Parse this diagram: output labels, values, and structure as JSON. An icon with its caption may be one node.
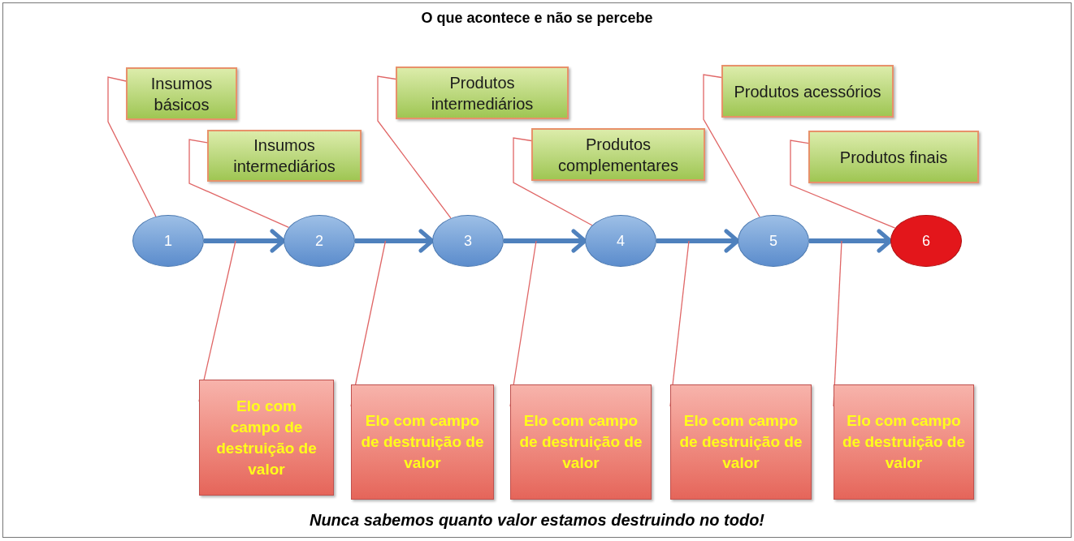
{
  "diagram": {
    "title": "O que acontece e não se percebe",
    "caption": "Nunca sabemos quanto valor estamos destruindo no todo!",
    "nodes": [
      {
        "text": [
          "Insumos básicos"
        ]
      },
      {
        "text": [
          "Insumos intermediários"
        ]
      },
      {
        "text": [
          "Produtos intermediários"
        ]
      },
      {
        "text": [
          "Produtos complementares"
        ]
      },
      {
        "text": [
          "Produtos acessórios"
        ]
      },
      {
        "text": [
          "Produtos finais"
        ]
      },
      {
        "text": [
          "1"
        ]
      },
      {
        "text": [
          "2"
        ]
      },
      {
        "text": [
          "3"
        ]
      },
      {
        "text": [
          "4"
        ]
      },
      {
        "text": [
          "5"
        ]
      },
      {
        "text": [
          "6"
        ]
      },
      {
        "text": [
          "Elo com campo de destruição de valor"
        ]
      },
      {
        "text": [
          "Elo com campo de destruição de valor"
        ]
      },
      {
        "text": [
          "Elo com campo de destruição de valor"
        ]
      },
      {
        "text": [
          "Elo com campo de destruição de valor"
        ]
      },
      {
        "text": [
          "Elo com campo de destruição de valor"
        ]
      }
    ],
    "edges": [
      {
        "from": 6,
        "to": 7,
        "arrow": "to",
        "style": "thick",
        "color": "#4f81bd"
      },
      {
        "from": 7,
        "to": 8,
        "arrow": "to",
        "style": "thick",
        "color": "#4f81bd"
      },
      {
        "from": 8,
        "to": 9,
        "arrow": "to",
        "style": "thick",
        "color": "#4f81bd"
      },
      {
        "from": 9,
        "to": 10,
        "arrow": "to",
        "style": "thick",
        "color": "#4f81bd"
      },
      {
        "from": 10,
        "to": 11,
        "arrow": "to",
        "style": "thick",
        "color": "#4f81bd"
      },
      {
        "from": 0,
        "to": 6,
        "arrow": "none"
      },
      {
        "from": 1,
        "to": 7,
        "arrow": "none"
      },
      {
        "from": 2,
        "to": 8,
        "arrow": "none"
      },
      {
        "from": 3,
        "to": 9,
        "arrow": "none"
      },
      {
        "from": 4,
        "to": 10,
        "arrow": "none"
      },
      {
        "from": 5,
        "to": 11,
        "arrow": "none"
      },
      {
        "from": 12,
        "to": null,
        "arrow": "none"
      },
      {
        "from": 13,
        "to": null,
        "arrow": "none"
      },
      {
        "from": 14,
        "to": null,
        "arrow": "none"
      },
      {
        "from": 15,
        "to": null,
        "arrow": "none"
      },
      {
        "from": 16,
        "to": null,
        "arrow": "none"
      }
    ]
  }
}
